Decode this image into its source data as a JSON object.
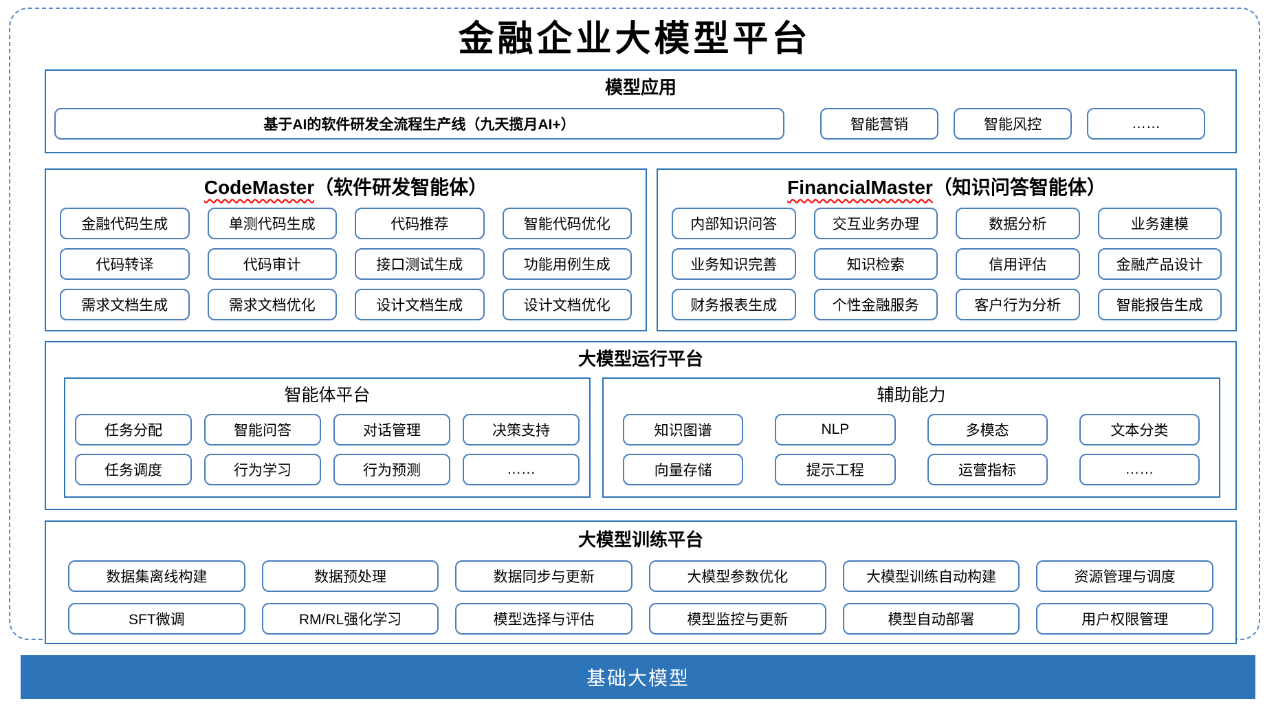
{
  "title": "金融企业大模型平台",
  "colors": {
    "section_border": "#2E75B6",
    "item_border": "#4A7EBF",
    "outer_dashed": "#5588CC",
    "base_bar_bg": "#2E74B9",
    "wavy_underline": "#FF0000"
  },
  "app": {
    "header": "模型应用",
    "main_item": "基于AI的软件研发全流程生产线（九天揽月AI+）",
    "items": [
      "智能营销",
      "智能风控",
      "……"
    ]
  },
  "codemaster": {
    "title_en": "CodeMaster",
    "title_zh": "（软件研发智能体）",
    "items": [
      "金融代码生成",
      "单测代码生成",
      "代码推荐",
      "智能代码优化",
      "代码转译",
      "代码审计",
      "接口测试生成",
      "功能用例生成",
      "需求文档生成",
      "需求文档优化",
      "设计文档生成",
      "设计文档优化"
    ]
  },
  "financialmaster": {
    "title_en": "FinancialMaster",
    "title_zh": "（知识问答智能体）",
    "items": [
      "内部知识问答",
      "交互业务办理",
      "数据分析",
      "业务建模",
      "业务知识完善",
      "知识检索",
      "信用评估",
      "金融产品设计",
      "财务报表生成",
      "个性金融服务",
      "客户行为分析",
      "智能报告生成"
    ]
  },
  "runtime": {
    "header": "大模型运行平台",
    "agent": {
      "header": "智能体平台",
      "items": [
        "任务分配",
        "智能问答",
        "对话管理",
        "决策支持",
        "任务调度",
        "行为学习",
        "行为预测",
        "……"
      ]
    },
    "aux": {
      "header": "辅助能力",
      "items": [
        "知识图谱",
        "NLP",
        "多模态",
        "文本分类",
        "向量存储",
        "提示工程",
        "运营指标",
        "……"
      ]
    }
  },
  "training": {
    "header": "大模型训练平台",
    "items": [
      "数据集离线构建",
      "数据预处理",
      "数据同步与更新",
      "大模型参数优化",
      "大模型训练自动构建",
      "资源管理与调度",
      "SFT微调",
      "RM/RL强化学习",
      "模型选择与评估",
      "模型监控与更新",
      "模型自动部署",
      "用户权限管理"
    ]
  },
  "base": {
    "label": "基础大模型"
  }
}
